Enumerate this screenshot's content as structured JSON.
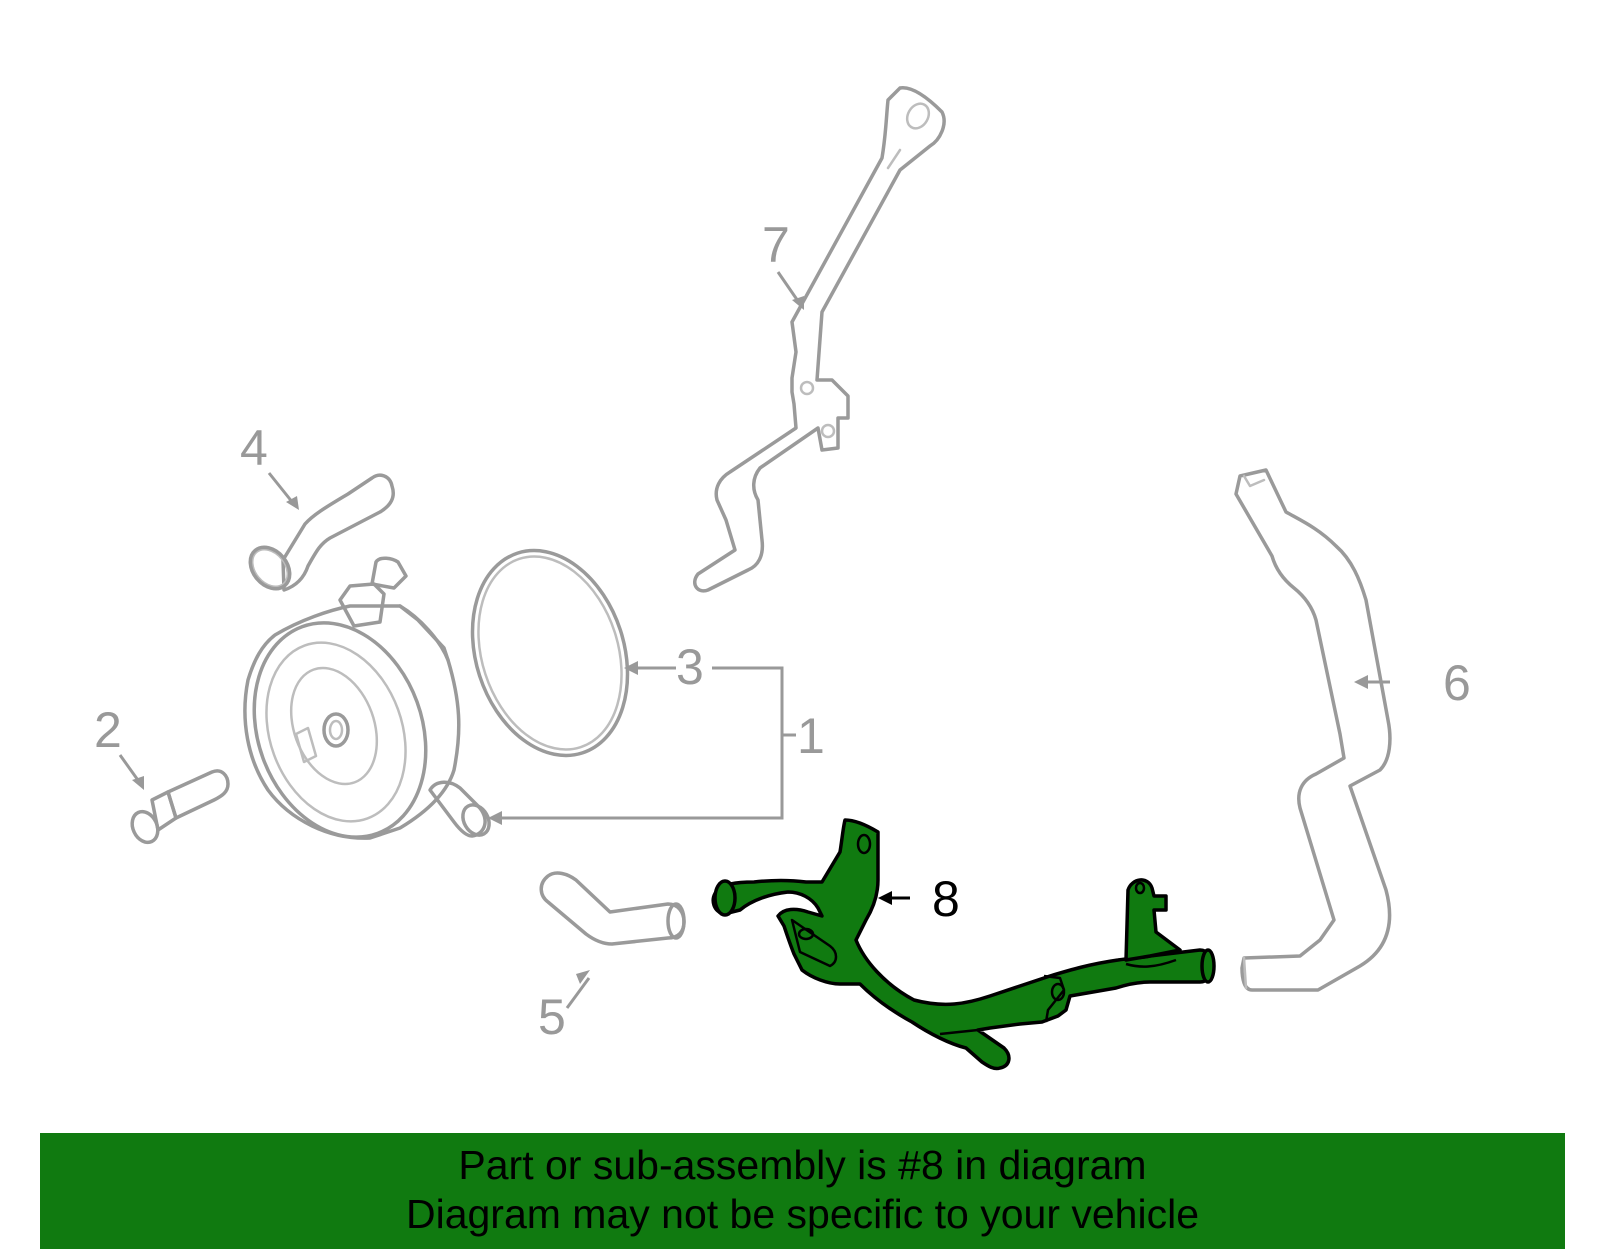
{
  "diagram": {
    "callouts": {
      "p1": "1",
      "p2": "2",
      "p3": "3",
      "p4": "4",
      "p5": "5",
      "p6": "6",
      "p7": "7",
      "p8": "8"
    },
    "highlighted_part": "8",
    "colors": {
      "highlight_fill": "#107a10",
      "part_outline": "#9a9a9a",
      "banner_background": "#107a10"
    }
  },
  "banner": {
    "line1": "Part or sub-assembly is #8 in diagram",
    "line2": "Diagram may not be specific to your vehicle"
  }
}
